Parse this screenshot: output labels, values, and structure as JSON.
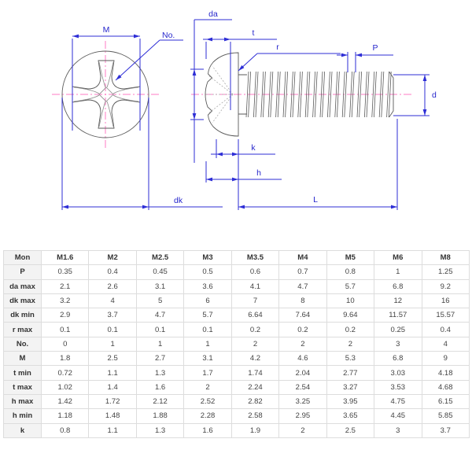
{
  "drawing": {
    "labels": {
      "M": "M",
      "No": "No.",
      "dk": "dk",
      "da": "da",
      "t": "t",
      "r": "r",
      "P": "P",
      "d": "d",
      "k": "k",
      "h": "h",
      "L": "L"
    },
    "colors": {
      "dimension": "#2e2ed6",
      "centerline": "#ff7bc4",
      "outline": "#5a5a5a",
      "hidden": "#aaaaaa"
    }
  },
  "table": {
    "header": [
      "Mon",
      "M1.6",
      "M2",
      "M2.5",
      "M3",
      "M3.5",
      "M4",
      "M5",
      "M6",
      "M8"
    ],
    "rows": [
      {
        "label": "P",
        "values": [
          "0.35",
          "0.4",
          "0.45",
          "0.5",
          "0.6",
          "0.7",
          "0.8",
          "1",
          "1.25"
        ]
      },
      {
        "label": "da max",
        "values": [
          "2.1",
          "2.6",
          "3.1",
          "3.6",
          "4.1",
          "4.7",
          "5.7",
          "6.8",
          "9.2"
        ]
      },
      {
        "label": "dk max",
        "values": [
          "3.2",
          "4",
          "5",
          "6",
          "7",
          "8",
          "10",
          "12",
          "16"
        ]
      },
      {
        "label": "dk min",
        "values": [
          "2.9",
          "3.7",
          "4.7",
          "5.7",
          "6.64",
          "7.64",
          "9.64",
          "11.57",
          "15.57"
        ]
      },
      {
        "label": "r max",
        "values": [
          "0.1",
          "0.1",
          "0.1",
          "0.1",
          "0.2",
          "0.2",
          "0.2",
          "0.25",
          "0.4"
        ]
      },
      {
        "label": "No.",
        "values": [
          "0",
          "1",
          "1",
          "1",
          "2",
          "2",
          "2",
          "3",
          "4"
        ]
      },
      {
        "label": "M",
        "values": [
          "1.8",
          "2.5",
          "2.7",
          "3.1",
          "4.2",
          "4.6",
          "5.3",
          "6.8",
          "9"
        ]
      },
      {
        "label": "t min",
        "values": [
          "0.72",
          "1.1",
          "1.3",
          "1.7",
          "1.74",
          "2.04",
          "2.77",
          "3.03",
          "4.18"
        ]
      },
      {
        "label": "t max",
        "values": [
          "1.02",
          "1.4",
          "1.6",
          "2",
          "2.24",
          "2.54",
          "3.27",
          "3.53",
          "4.68"
        ]
      },
      {
        "label": "h max",
        "values": [
          "1.42",
          "1.72",
          "2.12",
          "2.52",
          "2.82",
          "3.25",
          "3.95",
          "4.75",
          "6.15"
        ]
      },
      {
        "label": "h min",
        "values": [
          "1.18",
          "1.48",
          "1.88",
          "2.28",
          "2.58",
          "2.95",
          "3.65",
          "4.45",
          "5.85"
        ]
      },
      {
        "label": "k",
        "values": [
          "0.8",
          "1.1",
          "1.3",
          "1.6",
          "1.9",
          "2",
          "2.5",
          "3",
          "3.7"
        ]
      }
    ]
  }
}
